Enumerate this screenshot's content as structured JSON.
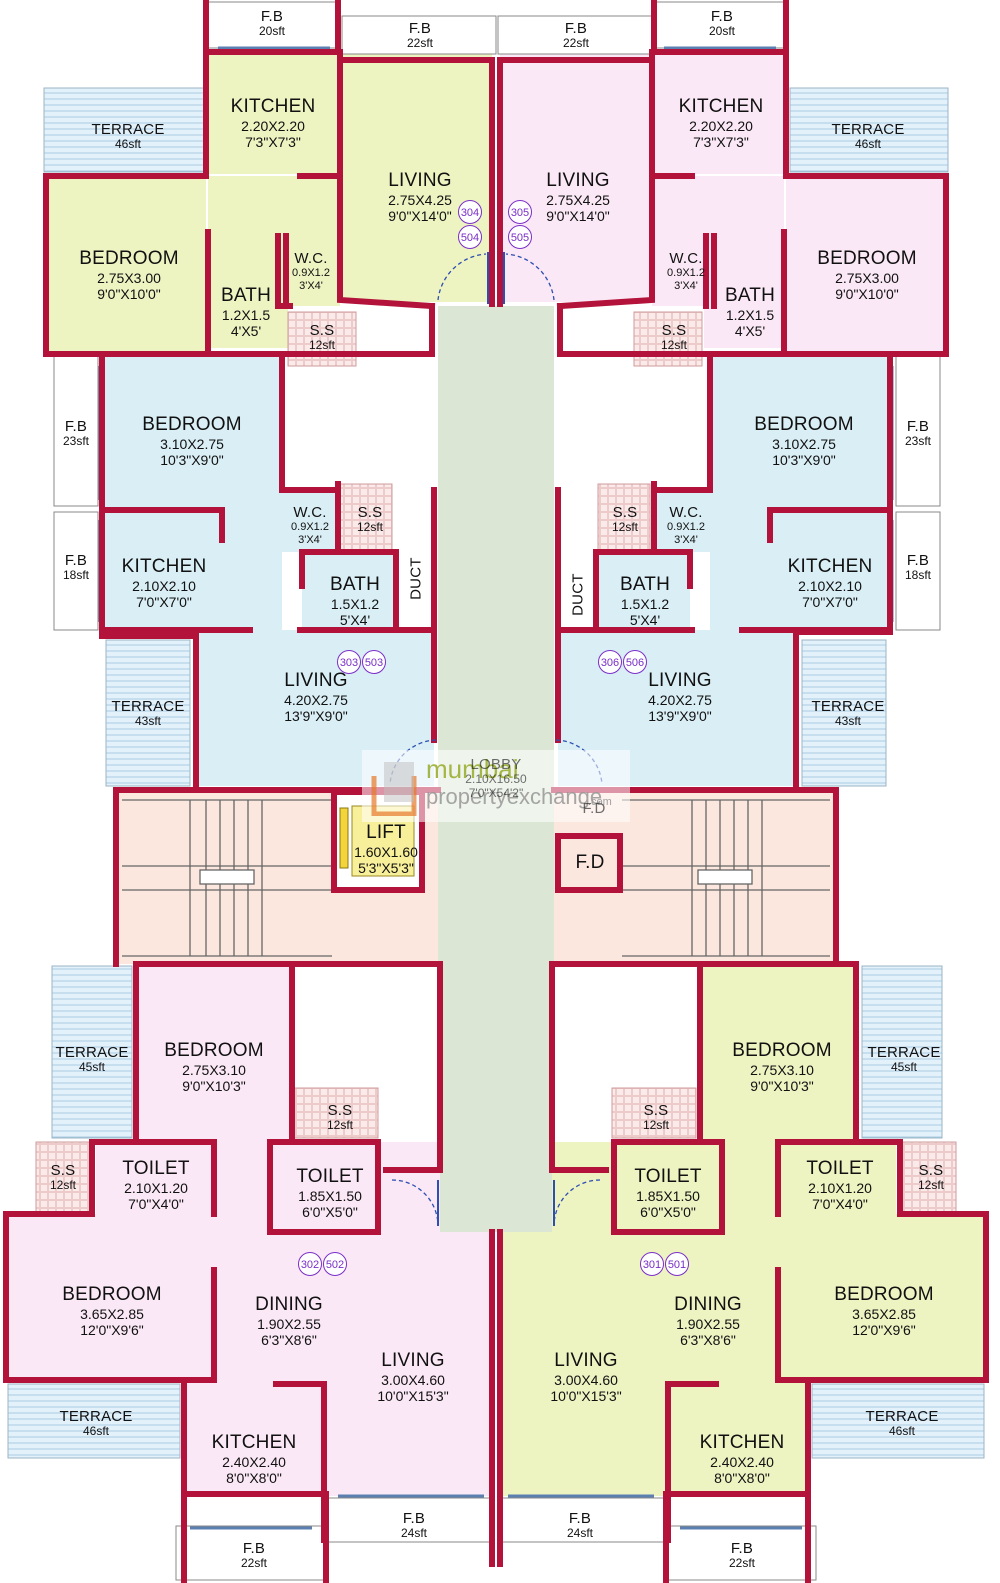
{
  "watermark": {
    "line1": "mumbai",
    "line2": "propertyexchange",
    "suffix": ".com"
  },
  "colors": {
    "wall": "#b3133a",
    "yellow": "#eef3c2",
    "pink": "#fbe8f6",
    "blue": "#d9eef5",
    "lobby": "#dbe6d5",
    "stair": "#fbe7de",
    "lift": "#f8ef9a",
    "terrace": "#dff0fb",
    "ss": "#fbe3e3"
  },
  "units": {
    "u304": [
      "304",
      "504"
    ],
    "u305": [
      "305",
      "505"
    ],
    "u303": [
      "303",
      "503"
    ],
    "u306": [
      "306",
      "506"
    ],
    "u302": [
      "302",
      "502"
    ],
    "u301": [
      "301",
      "501"
    ]
  },
  "rooms": {
    "fb_tl1": {
      "name": "F.B",
      "dim": "20sft"
    },
    "fb_tl2": {
      "name": "F.B",
      "dim": "22sft"
    },
    "fb_tr2": {
      "name": "F.B",
      "dim": "22sft"
    },
    "fb_tr1": {
      "name": "F.B",
      "dim": "20sft"
    },
    "kitchen_tl": {
      "name": "KITCHEN",
      "dim1": "2.20X2.20",
      "dim2": "7'3\"X7'3\""
    },
    "kitchen_tr": {
      "name": "KITCHEN",
      "dim1": "2.20X2.20",
      "dim2": "7'3\"X7'3\""
    },
    "terrace_tl": {
      "name": "TERRACE",
      "dim": "46sft"
    },
    "terrace_tr": {
      "name": "TERRACE",
      "dim": "46sft"
    },
    "living_tl": {
      "name": "LIVING",
      "dim1": "2.75X4.25",
      "dim2": "9'0\"X14'0\""
    },
    "living_tr": {
      "name": "LIVING",
      "dim1": "2.75X4.25",
      "dim2": "9'0\"X14'0\""
    },
    "bedroom_tl": {
      "name": "BEDROOM",
      "dim1": "2.75X3.00",
      "dim2": "9'0\"X10'0\""
    },
    "bedroom_tr": {
      "name": "BEDROOM",
      "dim1": "2.75X3.00",
      "dim2": "9'0\"X10'0\""
    },
    "bath_tl": {
      "name": "BATH",
      "dim1": "1.2X1.5",
      "dim2": "4'X5'"
    },
    "bath_tr": {
      "name": "BATH",
      "dim1": "1.2X1.5",
      "dim2": "4'X5'"
    },
    "wc_tl": {
      "name": "W.C.",
      "dim1": "0.9X1.2",
      "dim2": "3'X4'"
    },
    "wc_tr": {
      "name": "W.C.",
      "dim1": "0.9X1.2",
      "dim2": "3'X4'"
    },
    "ss_tl": {
      "name": "S.S",
      "dim": "12sft"
    },
    "ss_tr": {
      "name": "S.S",
      "dim": "12sft"
    },
    "fb_ml": {
      "name": "F.B",
      "dim": "23sft"
    },
    "fb_mr": {
      "name": "F.B",
      "dim": "23sft"
    },
    "bedroom_ml": {
      "name": "BEDROOM",
      "dim1": "3.10X2.75",
      "dim2": "10'3\"X9'0\""
    },
    "bedroom_mr": {
      "name": "BEDROOM",
      "dim1": "3.10X2.75",
      "dim2": "10'3\"X9'0\""
    },
    "wc_ml": {
      "name": "W.C.",
      "dim1": "0.9X1.2",
      "dim2": "3'X4'"
    },
    "wc_mr": {
      "name": "W.C.",
      "dim1": "0.9X1.2",
      "dim2": "3'X4'"
    },
    "ss_ml": {
      "name": "S.S",
      "dim": "12sft"
    },
    "ss_mr": {
      "name": "S.S",
      "dim": "12sft"
    },
    "fb_ml2": {
      "name": "F.B",
      "dim": "18sft"
    },
    "fb_mr2": {
      "name": "F.B",
      "dim": "18sft"
    },
    "kitchen_ml": {
      "name": "KITCHEN",
      "dim1": "2.10X2.10",
      "dim2": "7'0\"X7'0\""
    },
    "kitchen_mr": {
      "name": "KITCHEN",
      "dim1": "2.10X2.10",
      "dim2": "7'0\"X7'0\""
    },
    "bath_ml": {
      "name": "BATH",
      "dim1": "1.5X1.2",
      "dim2": "5'X4'"
    },
    "bath_mr": {
      "name": "BATH",
      "dim1": "1.5X1.2",
      "dim2": "5'X4'"
    },
    "duct_l": {
      "name": "DUCT"
    },
    "duct_r": {
      "name": "DUCT"
    },
    "terrace_ml": {
      "name": "TERRACE",
      "dim": "43sft"
    },
    "terrace_mr": {
      "name": "TERRACE",
      "dim": "43sft"
    },
    "living_ml": {
      "name": "LIVING",
      "dim1": "4.20X2.75",
      "dim2": "13'9\"X9'0\""
    },
    "living_mr": {
      "name": "LIVING",
      "dim1": "4.20X2.75",
      "dim2": "13'9\"X9'0\""
    },
    "lobby": {
      "name": "LOBBY",
      "dim1": "2.10X16.50",
      "dim2": "7'0\"X54'2\""
    },
    "lift": {
      "name": "LIFT",
      "dim1": "1.60X1.60",
      "dim2": "5'3\"X5'3\""
    },
    "fd1": {
      "name": "F.D"
    },
    "fd2": {
      "name": "F.D"
    },
    "terrace_bl1": {
      "name": "TERRACE",
      "dim": "45sft"
    },
    "terrace_br1": {
      "name": "TERRACE",
      "dim": "45sft"
    },
    "bedroom_bl1": {
      "name": "BEDROOM",
      "dim1": "2.75X3.10",
      "dim2": "9'0\"X10'3\""
    },
    "bedroom_br1": {
      "name": "BEDROOM",
      "dim1": "2.75X3.10",
      "dim2": "9'0\"X10'3\""
    },
    "ss_bl1": {
      "name": "S.S",
      "dim": "12sft"
    },
    "ss_br1": {
      "name": "S.S",
      "dim": "12sft"
    },
    "ss_bl2": {
      "name": "S.S",
      "dim": "12sft"
    },
    "ss_br2": {
      "name": "S.S",
      "dim": "12sft"
    },
    "toilet_bl1": {
      "name": "TOILET",
      "dim1": "2.10X1.20",
      "dim2": "7'0\"X4'0\""
    },
    "toilet_br1": {
      "name": "TOILET",
      "dim1": "2.10X1.20",
      "dim2": "7'0\"X4'0\""
    },
    "toilet_bl2": {
      "name": "TOILET",
      "dim1": "1.85X1.50",
      "dim2": "6'0\"X5'0\""
    },
    "toilet_br2": {
      "name": "TOILET",
      "dim1": "1.85X1.50",
      "dim2": "6'0\"X5'0\""
    },
    "bedroom_bl2": {
      "name": "BEDROOM",
      "dim1": "3.65X2.85",
      "dim2": "12'0\"X9'6\""
    },
    "bedroom_br2": {
      "name": "BEDROOM",
      "dim1": "3.65X2.85",
      "dim2": "12'0\"X9'6\""
    },
    "dining_bl": {
      "name": "DINING",
      "dim1": "1.90X2.55",
      "dim2": "6'3\"X8'6\""
    },
    "dining_br": {
      "name": "DINING",
      "dim1": "1.90X2.55",
      "dim2": "6'3\"X8'6\""
    },
    "living_bl": {
      "name": "LIVING",
      "dim1": "3.00X4.60",
      "dim2": "10'0\"X15'3\""
    },
    "living_br": {
      "name": "LIVING",
      "dim1": "3.00X4.60",
      "dim2": "10'0\"X15'3\""
    },
    "terrace_bl2": {
      "name": "TERRACE",
      "dim": "46sft"
    },
    "terrace_br2": {
      "name": "TERRACE",
      "dim": "46sft"
    },
    "kitchen_bl": {
      "name": "KITCHEN",
      "dim1": "2.40X2.40",
      "dim2": "8'0\"X8'0\""
    },
    "kitchen_br": {
      "name": "KITCHEN",
      "dim1": "2.40X2.40",
      "dim2": "8'0\"X8'0\""
    },
    "fb_bl1": {
      "name": "F.B",
      "dim": "24sft"
    },
    "fb_br1": {
      "name": "F.B",
      "dim": "24sft"
    },
    "fb_bl2": {
      "name": "F.B",
      "dim": "22sft"
    },
    "fb_br2": {
      "name": "F.B",
      "dim": "22sft"
    }
  }
}
